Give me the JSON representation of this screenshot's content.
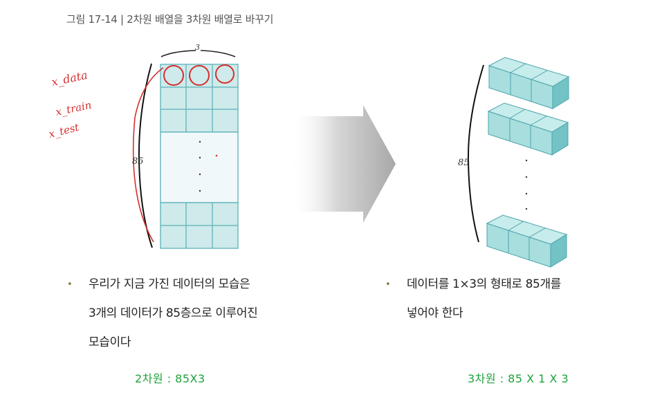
{
  "figure": {
    "caption": "그림 17-14 | 2차원 배열을 3차원 배열로 바꾸기"
  },
  "left_diagram": {
    "width_label": "3",
    "height_label": "85",
    "annotations": [
      "x_data",
      "x_train",
      "x_test"
    ],
    "cell_color": "#cfeaeb",
    "line_color": "#6cb9bf"
  },
  "right_diagram": {
    "height_label": "85",
    "cube_color": "#a9dede"
  },
  "bullets": {
    "left_lines": [
      "우리가 지금 가진 데이터의 모습은",
      "3개의 데이터가 85층으로 이루어진",
      "모습이다"
    ],
    "right_lines": [
      "데이터를 1×3의 형태로 85개를",
      "넣어야 한다"
    ]
  },
  "dims": {
    "left": "2차원 : 85X3",
    "right": "3차원 : 85 X 1 X 3",
    "color": "#1ea23a"
  }
}
